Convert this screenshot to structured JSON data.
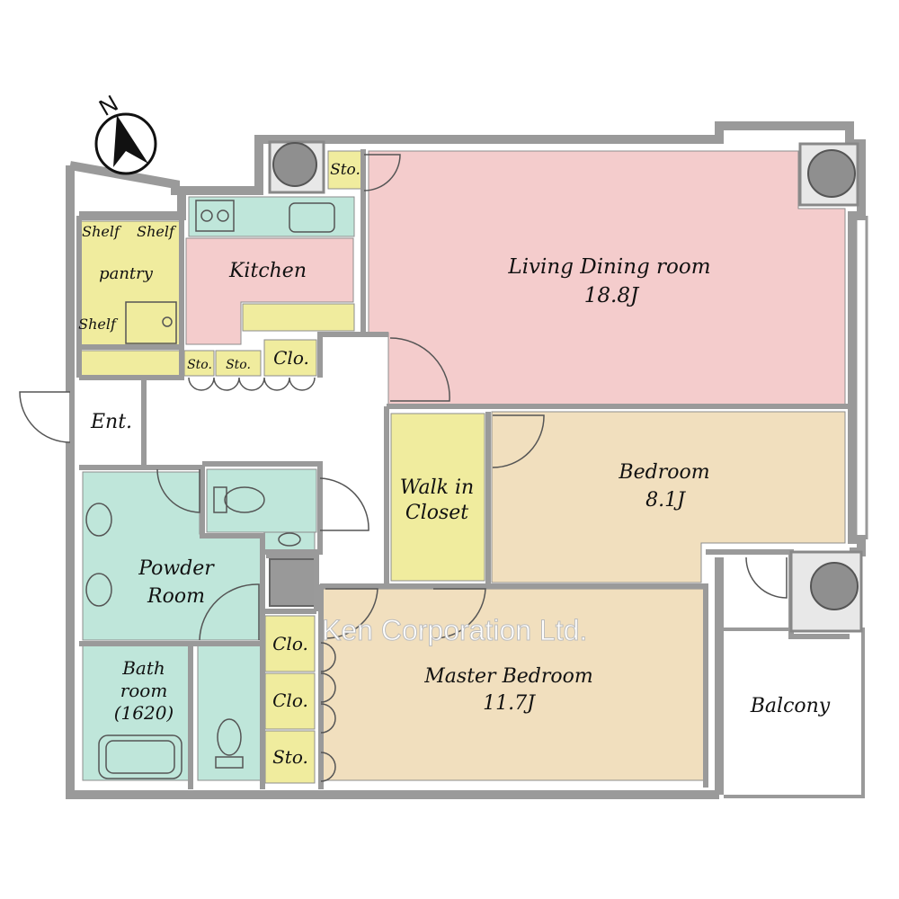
{
  "rooms": {
    "living": {
      "name": "Living Dining room",
      "size": "18.8J"
    },
    "kitchen": {
      "name": "Kitchen"
    },
    "pantry": {
      "name": "pantry",
      "shelf": "Shelf"
    },
    "entrance": {
      "name": "Ent."
    },
    "walk_in_closet": {
      "line1": "Walk in",
      "line2": "Closet"
    },
    "bedroom": {
      "name": "Bedroom",
      "size": "8.1J"
    },
    "master_bedroom": {
      "name": "Master Bedroom",
      "size": "11.7J"
    },
    "powder_room": {
      "line1": "Powder",
      "line2": "Room"
    },
    "bathroom": {
      "line1": "Bath",
      "line2": "room",
      "line3": "(1620)"
    },
    "balcony": {
      "name": "Balcony"
    }
  },
  "storage": {
    "sto": "Sto.",
    "clo": "Clo."
  },
  "north_label": "N",
  "watermark": "Ken Corporation Ltd.",
  "colors": {
    "living": "#f4cccc",
    "kitchen": "#f4cccc",
    "bedroom": "#f1dfbe",
    "storage": "#f0ec9e",
    "wet": "#bfe6da",
    "wall": "#9a9a9a",
    "column": "#8f8f8f"
  }
}
